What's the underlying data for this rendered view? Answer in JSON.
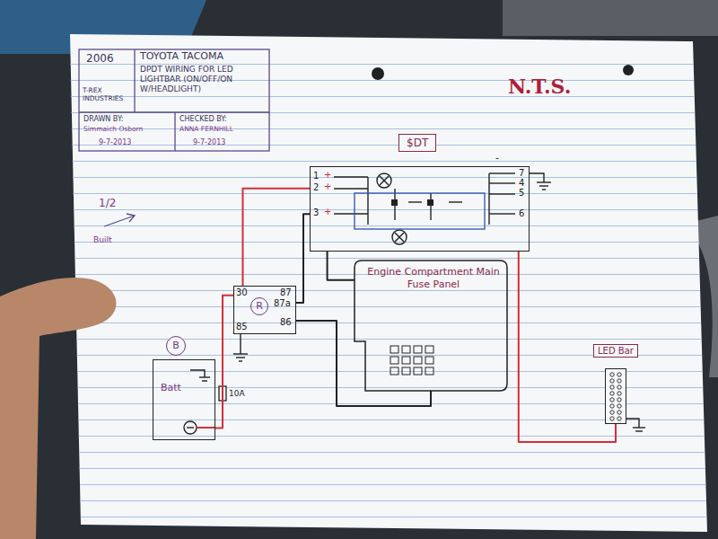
{
  "diagram": {
    "title": "DPDT WIRING FOR LED LIGHTBAR (ON/OFF/ON W/HEADLIGHT)",
    "nodes": [
      {
        "text": [
          "$DT"
        ]
      },
      {
        "text": [
          "R"
        ]
      },
      {
        "text": [
          "Engine Compartment Main Fuse Panel"
        ]
      },
      {
        "text": [
          "B",
          "Batt"
        ]
      },
      {
        "text": [
          "LED Bar"
        ]
      }
    ],
    "edges": [
      {
        "from": 3,
        "to": 1,
        "arrow": "none"
      },
      {
        "from": 0,
        "to": 1,
        "arrow": "none"
      },
      {
        "from": 1,
        "to": 0,
        "arrow": "none"
      },
      {
        "from": 1,
        "to": 2,
        "arrow": "none"
      },
      {
        "from": 0,
        "to": 2,
        "arrow": "none"
      },
      {
        "from": 0,
        "to": 4,
        "arrow": "none"
      }
    ],
    "labels": [
      "2006",
      "TOYOTA TACOMA",
      "T-REX INDUSTRIES",
      "DRAWN BY:",
      "Simmaich Osborn",
      "9-7-2013",
      "CHECKED BY:",
      "ANNA FERNHILL",
      "9-7-2013",
      "N.T.S.",
      "1/2",
      "Built",
      "1",
      "2",
      "3",
      "+",
      "+",
      "+",
      "7",
      "4",
      "5",
      "6",
      "-",
      "30",
      "87",
      "87a",
      "85",
      "86",
      "10A"
    ]
  }
}
